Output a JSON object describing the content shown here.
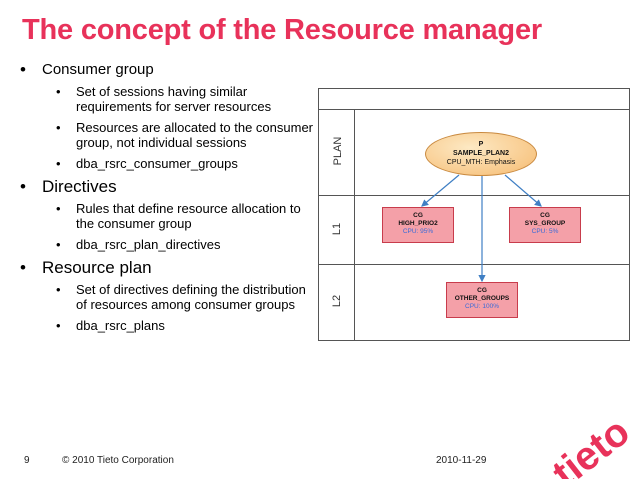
{
  "title": "The concept of the Resource manager",
  "bullets": {
    "consumer_group": {
      "label": "Consumer group",
      "subs": [
        "Set of sessions having similar requirements for server resources",
        "Resources are allocated to the consumer group, not individual sessions",
        "dba_rsrc_consumer_groups"
      ]
    },
    "directives": {
      "label": "Directives",
      "subs": [
        "Rules that define resource allocation to the consumer group",
        "dba_rsrc_plan_directives"
      ]
    },
    "resource_plan": {
      "label": "Resource plan",
      "subs": [
        "Set of directives defining the distribution of resources among consumer groups",
        "dba_rsrc_plans"
      ]
    }
  },
  "diagram": {
    "lanes": [
      "PLAN",
      "L1",
      "L2"
    ],
    "plan": {
      "type": "P",
      "name": "SAMPLE_PLAN2",
      "cpu": "CPU_MTH: Emphasis"
    },
    "groups": [
      {
        "type": "CG",
        "name": "HIGH_PRIO2",
        "cpu": "CPU: 95%"
      },
      {
        "type": "CG",
        "name": "SYS_GROUP",
        "cpu": "CPU: 5%"
      },
      {
        "type": "CG",
        "name": "OTHER_GROUPS",
        "cpu": "CPU: 100%"
      }
    ]
  },
  "footer": {
    "page": "9",
    "copyright": "© 2010 Tieto Corporation",
    "date": "2010-11-29"
  },
  "logo": {
    "text": "tieto",
    "color": "#e8325a"
  }
}
